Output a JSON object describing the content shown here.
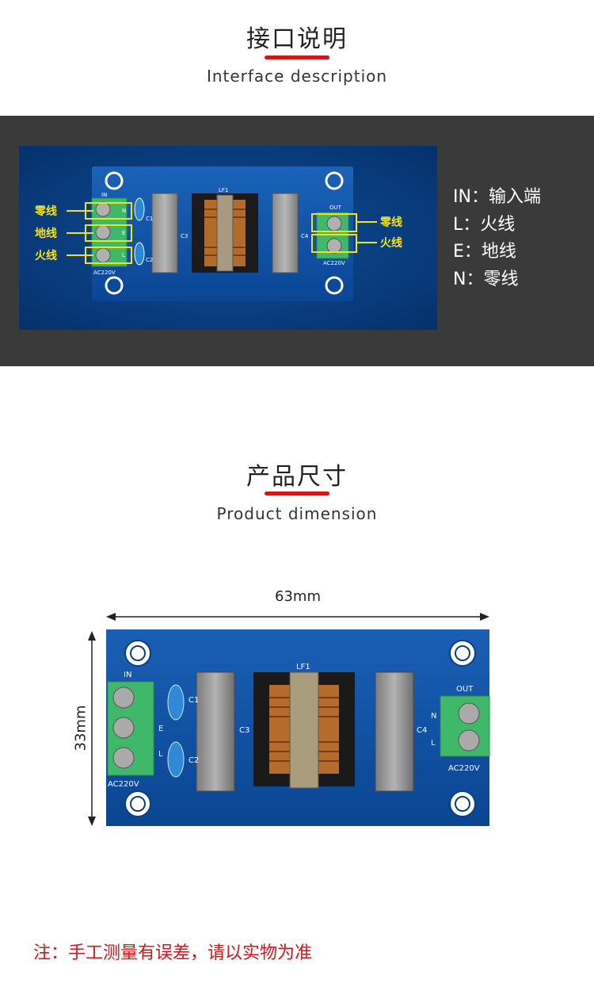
{
  "interface": {
    "title_cn": "接口说明",
    "title_en": "Interface description",
    "board_labels": {
      "neutral": "零线",
      "earth": "地线",
      "live": "火线",
      "in": "IN",
      "out": "OUT",
      "ac": "AC220V",
      "lf1": "LF1",
      "c1": "C1",
      "c2": "C2",
      "c3": "C3",
      "c4": "C4",
      "n": "N",
      "e": "E",
      "l": "L"
    },
    "legend": [
      "IN：输入端",
      "L：火线",
      "E：地线",
      "N：零线"
    ]
  },
  "dimension": {
    "title_cn": "产品尺寸",
    "title_en": "Product dimension",
    "width_label": "63mm",
    "height_label": "33mm"
  },
  "note": "注：手工测量有误差，请以实物为准",
  "colors": {
    "accent_red": "#d2171a",
    "band_gray": "#3a3a3a",
    "pcb_blue": "#0b4fa0",
    "terminal_green": "#3fb86a",
    "label_yellow": "#f3e21a"
  }
}
